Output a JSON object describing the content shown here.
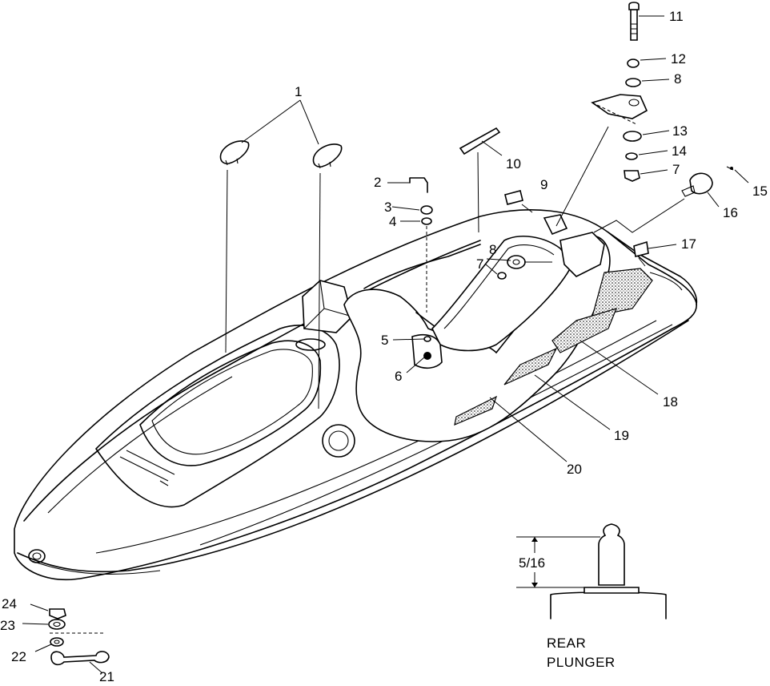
{
  "callouts": [
    {
      "id": "p1",
      "label": "1"
    },
    {
      "id": "p2",
      "label": "2"
    },
    {
      "id": "p3",
      "label": "3"
    },
    {
      "id": "p4",
      "label": "4"
    },
    {
      "id": "p5",
      "label": "5"
    },
    {
      "id": "p6",
      "label": "6"
    },
    {
      "id": "p7a",
      "label": "7"
    },
    {
      "id": "p7b",
      "label": "7"
    },
    {
      "id": "p8a",
      "label": "8"
    },
    {
      "id": "p8b",
      "label": "8"
    },
    {
      "id": "p9",
      "label": "9"
    },
    {
      "id": "p10",
      "label": "10"
    },
    {
      "id": "p11",
      "label": "11"
    },
    {
      "id": "p12",
      "label": "12"
    },
    {
      "id": "p13",
      "label": "13"
    },
    {
      "id": "p14",
      "label": "14"
    },
    {
      "id": "p15",
      "label": "15"
    },
    {
      "id": "p16",
      "label": "16"
    },
    {
      "id": "p17",
      "label": "17"
    },
    {
      "id": "p18",
      "label": "18"
    },
    {
      "id": "p19",
      "label": "19"
    },
    {
      "id": "p20",
      "label": "20"
    },
    {
      "id": "p21",
      "label": "21"
    },
    {
      "id": "p22",
      "label": "22"
    },
    {
      "id": "p23",
      "label": "23"
    },
    {
      "id": "p24",
      "label": "24"
    }
  ],
  "detail": {
    "dimension": "5/16",
    "caption_line1": "REAR",
    "caption_line2": "PLUNGER"
  }
}
